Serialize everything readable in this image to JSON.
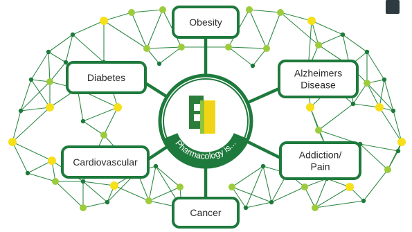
{
  "center": {
    "caption": "Pharmacology is..."
  },
  "topics": [
    {
      "id": "obesity",
      "lines": [
        "Obesity"
      ]
    },
    {
      "id": "diabetes",
      "lines": [
        "Diabetes"
      ]
    },
    {
      "id": "alzheimers",
      "lines": [
        "Alzheimers",
        "Disease"
      ]
    },
    {
      "id": "cardiovascular",
      "lines": [
        "Cardiovascular"
      ]
    },
    {
      "id": "addiction",
      "lines": [
        "Addiction/",
        "Pain"
      ]
    },
    {
      "id": "cancer",
      "lines": [
        "Cancer"
      ]
    }
  ],
  "colors": {
    "brand_green": "#1e7a3c",
    "line_green": "#2f8a45",
    "light_green": "#9ccc3c",
    "yellow": "#f5e01a",
    "logo_dark": "#2a7d3a",
    "logo_light": "#8fc33a",
    "logo_yellow": "#f1d416"
  },
  "icons": {
    "logo": "pharmacology-logo-icon"
  }
}
